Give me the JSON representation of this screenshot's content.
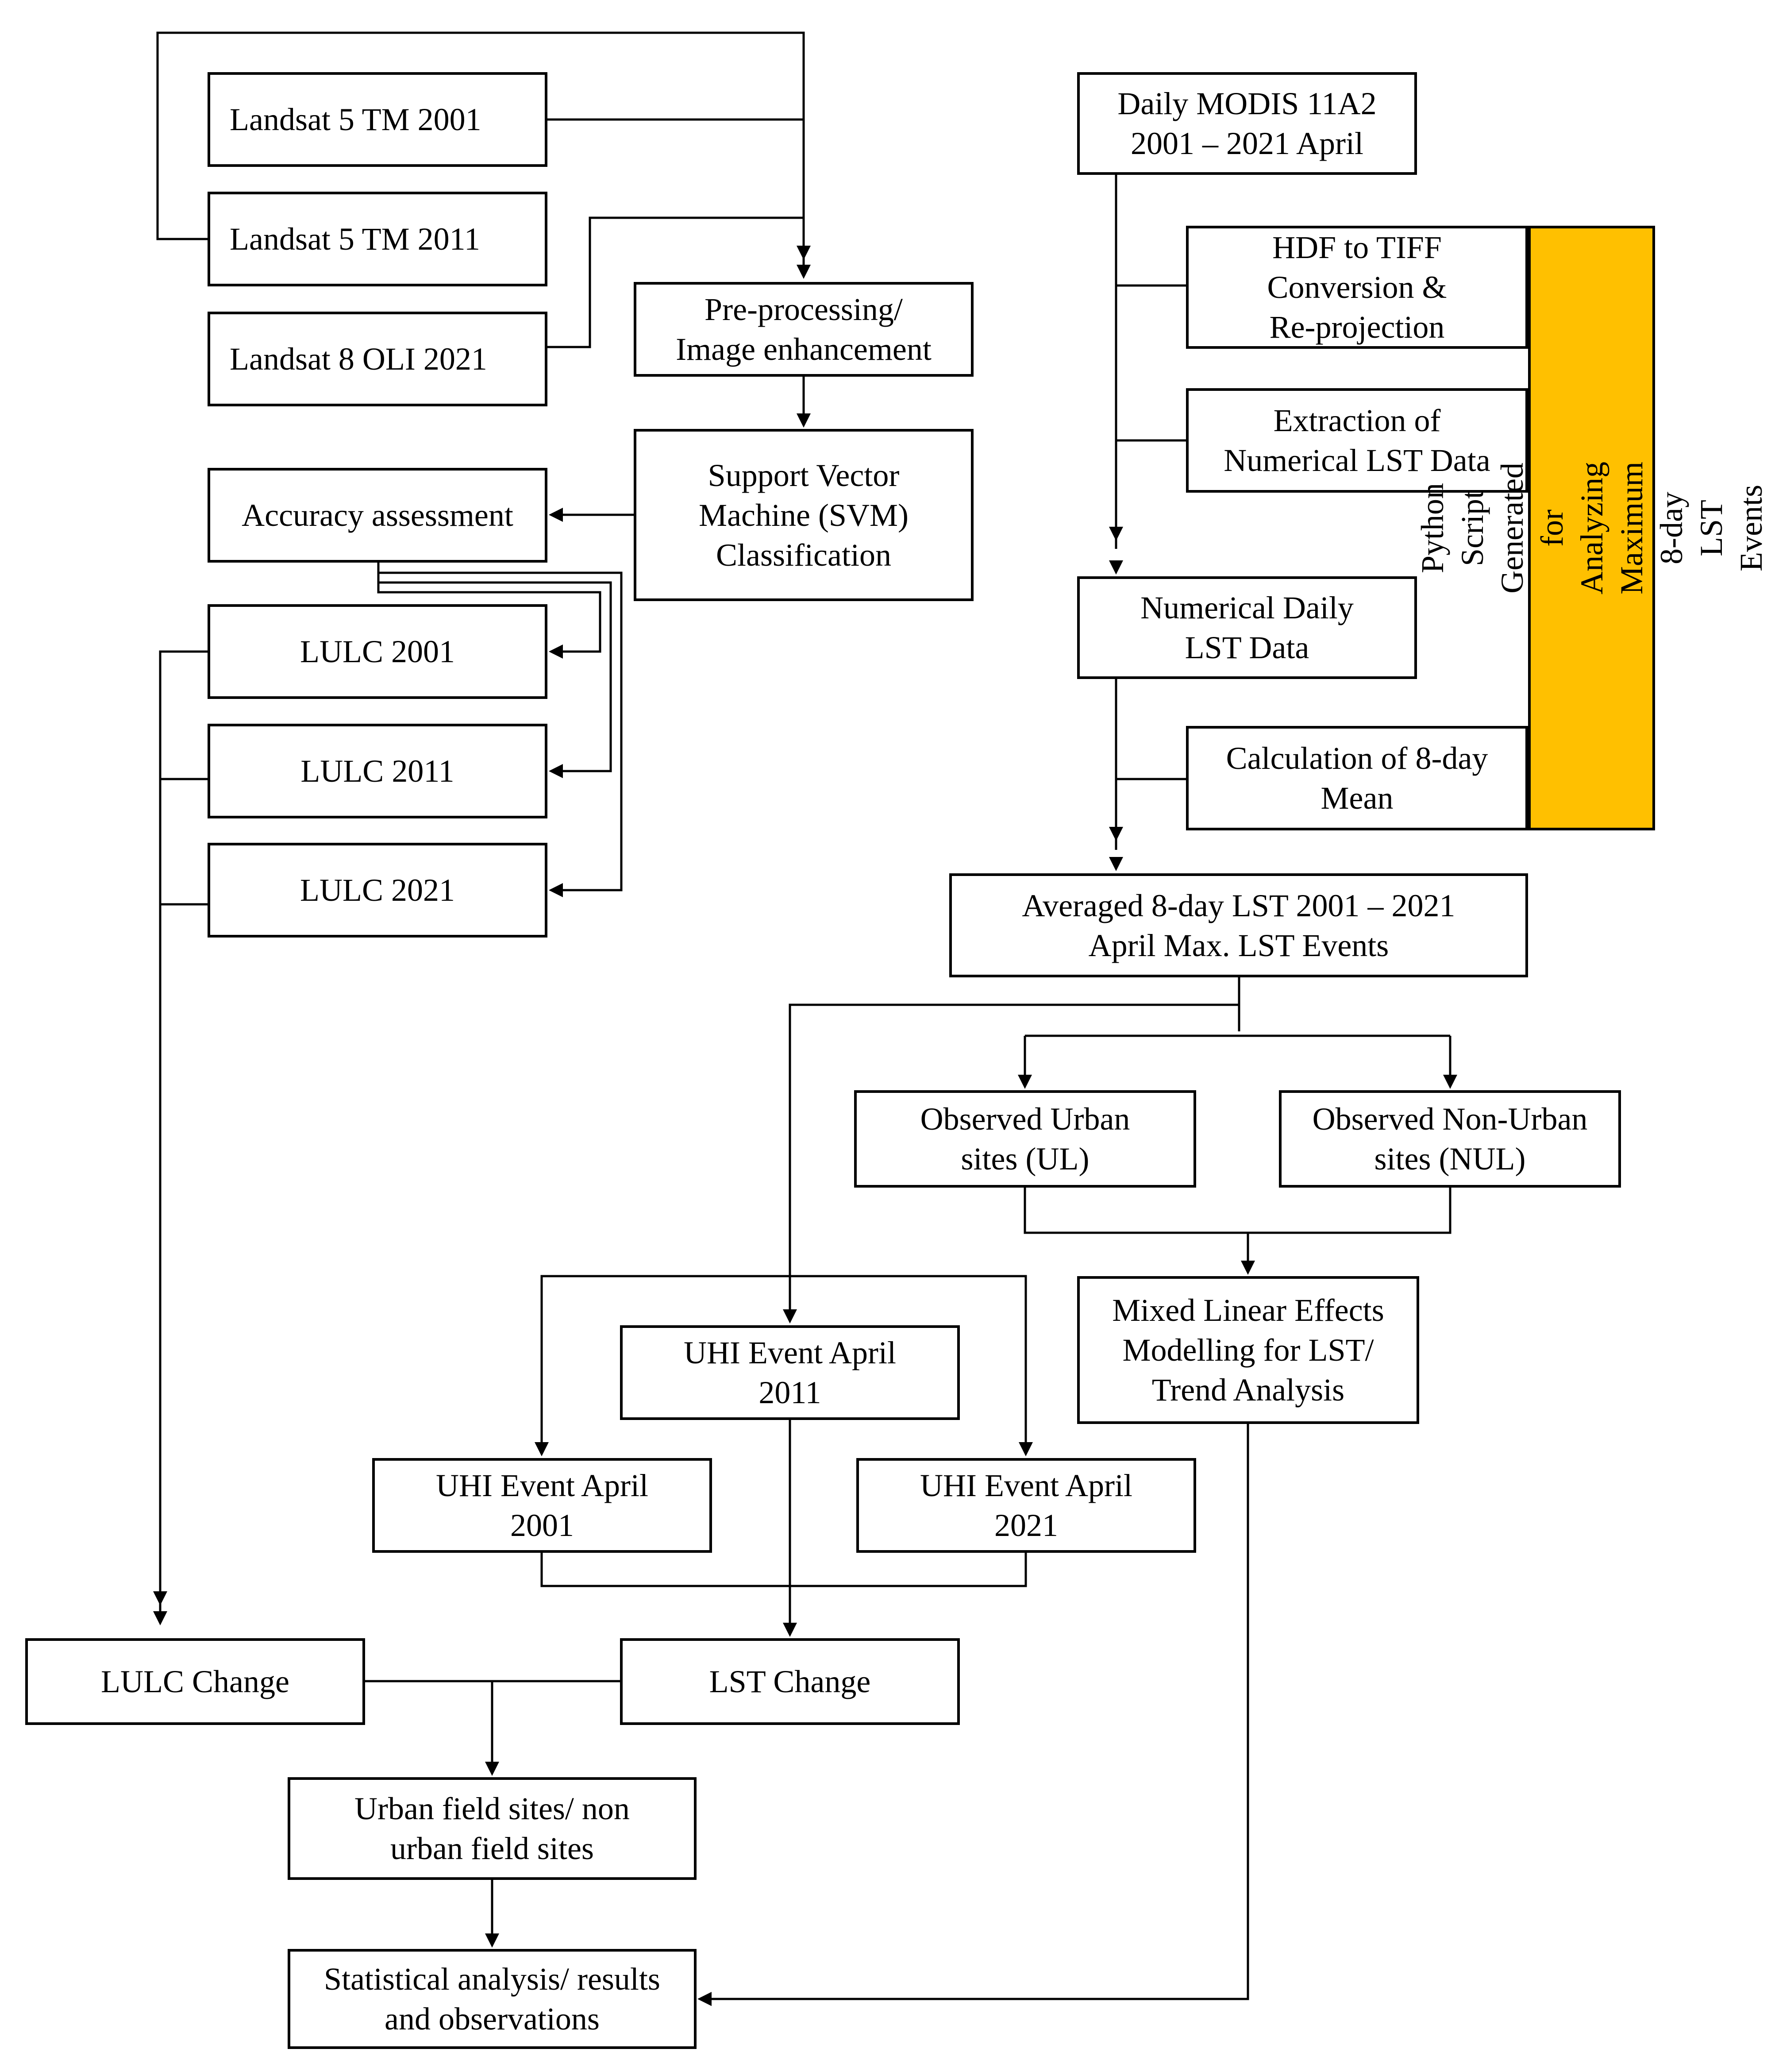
{
  "colors": {
    "line": "#000000",
    "box_fill": "#ffffff",
    "highlight_fill": "#FFC000"
  },
  "nodes": {
    "landsat_2001": "Landsat 5 TM 2001",
    "landsat_2011": "Landsat 5 TM 2011",
    "landsat_2021": "Landsat 8 OLI 2021",
    "preprocessing": "Pre-processing/\nImage enhancement",
    "svm": "Support Vector\nMachine (SVM)\nClassification",
    "accuracy": "Accuracy assessment",
    "lulc_2001": "LULC 2001",
    "lulc_2011": "LULC 2011",
    "lulc_2021": "LULC 2021",
    "modis": "Daily MODIS 11A2\n2001 – 2021 April",
    "hdf_tiff": "HDF to TIFF\nConversion &\nRe-projection",
    "extraction": "Extraction of\nNumerical LST Data",
    "numerical_daily": "Numerical Daily\nLST Data",
    "calc_8day": "Calculation of 8-day\nMean",
    "python_script": "Python Script Generated for Analyzing\nMaximum 8-day LST Events",
    "averaged_8day": "Averaged 8-day LST 2001 – 2021\nApril Max. LST Events",
    "urban_sites": "Observed Urban\nsites (UL)",
    "nonurban_sites": "Observed Non-Urban\nsites (NUL)",
    "mixed_model": "Mixed Linear Effects\nModelling for LST/\nTrend Analysis",
    "uhi_2011": "UHI Event April\n2011",
    "uhi_2001": "UHI Event April\n2001",
    "uhi_2021": "UHI Event April\n2021",
    "lulc_change": "LULC Change",
    "lst_change": "LST Change",
    "field_sites": "Urban field sites/ non\nurban field sites",
    "statistical": "Statistical analysis/ results\nand observations"
  }
}
